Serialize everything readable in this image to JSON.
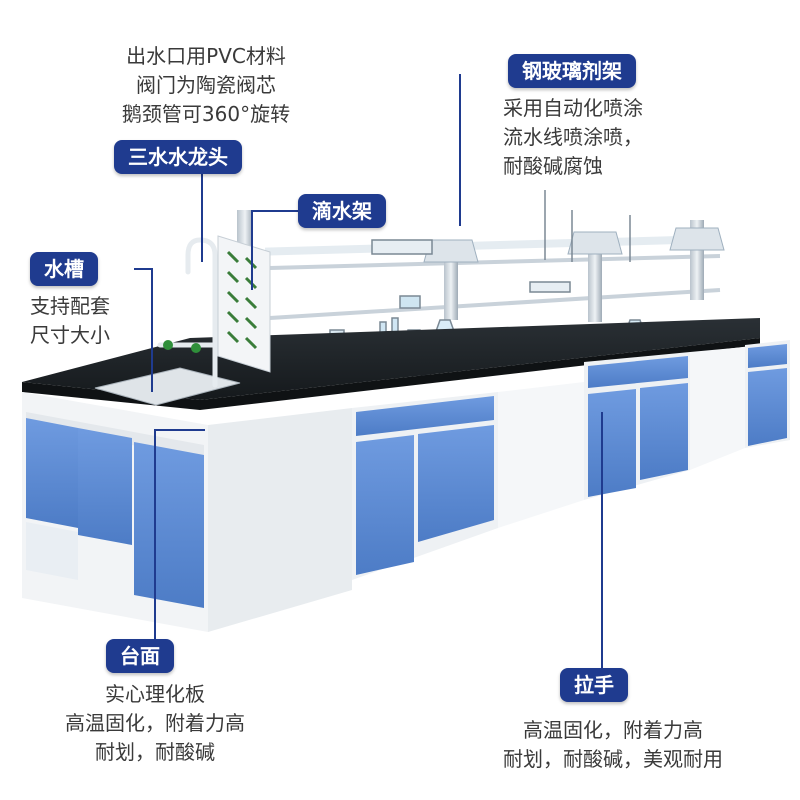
{
  "colors": {
    "badge": "#1f3b8f",
    "cabinet_blue": "#5b8bd3",
    "countertop": "#1e2326",
    "frame": "#e9eef3",
    "text": "#3a3a3a"
  },
  "callouts": {
    "faucet": {
      "title": "三水水龙头",
      "lines": [
        "出水口用PVC材料",
        "阀门为陶瓷阀芯",
        "鹅颈管可360°旋转"
      ]
    },
    "shelf": {
      "title": "钢玻璃剂架",
      "lines": [
        "采用自动化喷涂",
        "流水线喷涂喷，",
        "耐酸碱腐蚀"
      ]
    },
    "drip": {
      "title": "滴水架"
    },
    "sink": {
      "title": "水槽",
      "lines": [
        "支持配套",
        "尺寸大小"
      ]
    },
    "countertop": {
      "title": "台面",
      "lines": [
        "实心理化板",
        "高温固化，附着力高",
        "耐划，耐酸碱"
      ]
    },
    "handle": {
      "title": "拉手",
      "lines": [
        "高温固化，附着力高",
        "耐划，耐酸碱，美观耐用"
      ]
    }
  }
}
